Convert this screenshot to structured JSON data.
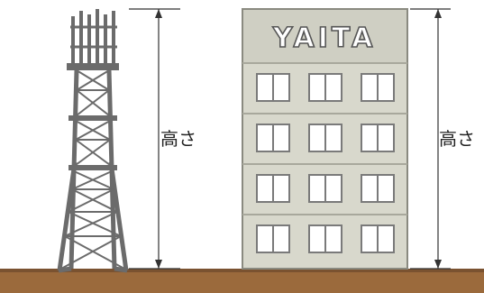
{
  "illustration": {
    "tower_height_label": "高さ",
    "building_height_label": "高さ",
    "building_sign": "YAITA"
  },
  "colors": {
    "ground": "#9b6a3c",
    "ground_shadow": "#7a5230",
    "tower_steel": "#6b6b6b",
    "building_wall": "#d8d8cc",
    "window_frame": "#7a7a7a",
    "window_glass": "#ffffff",
    "measure_line": "#333333"
  }
}
